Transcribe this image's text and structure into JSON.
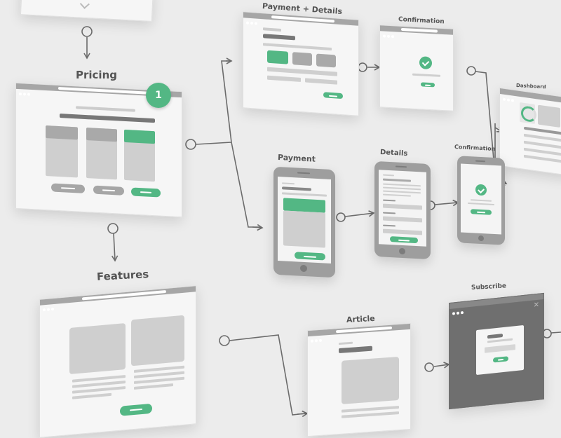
{
  "labels": {
    "pricing": "Pricing",
    "features": "Features",
    "payment_details": "Payment + Details",
    "confirmation_top": "Confirmation",
    "dashboard": "Dashboard",
    "payment": "Payment",
    "details": "Details",
    "confirmation_mid": "Confirmation",
    "article": "Article",
    "subscribe": "Subscribe"
  },
  "badge": {
    "number": "1"
  },
  "close_glyph": "✕",
  "colors": {
    "accent": "#53b784",
    "background": "#ececec",
    "line": "#6b6b6b"
  }
}
